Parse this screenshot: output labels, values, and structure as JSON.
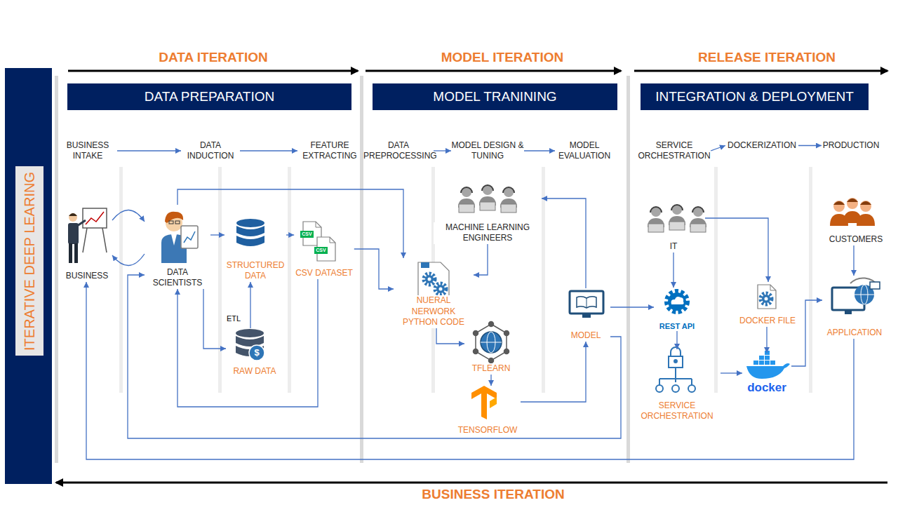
{
  "diagram": {
    "nodes": [
      {
        "text": [
          "ITERATIVE DEEP LEARING"
        ]
      },
      {
        "text": [
          "DATA PREPARATION"
        ]
      },
      {
        "text": [
          "MODEL TRANINING"
        ]
      },
      {
        "text": [
          "INTEGRATION & DEPLOYMENT"
        ]
      },
      {
        "text": [
          "BUSINESS INTAKE"
        ]
      },
      {
        "text": [
          "DATA INDUCTION"
        ]
      },
      {
        "text": [
          "FEATURE EXTRACTING"
        ]
      },
      {
        "text": [
          "DATA PREPROCESSING"
        ]
      },
      {
        "text": [
          "MODEL DESIGN & TUNING"
        ]
      },
      {
        "text": [
          "MODEL EVALUATION"
        ]
      },
      {
        "text": [
          "SERVICE ORCHESTRATION"
        ]
      },
      {
        "text": [
          "DOCKERIZATION"
        ]
      },
      {
        "text": [
          "PRODUCTION"
        ]
      },
      {
        "text": [
          "BUSINESS"
        ]
      },
      {
        "text": [
          "DATA SCIENTISTS"
        ]
      },
      {
        "text": [
          "STRUCTURED DATA"
        ]
      },
      {
        "text": [
          "CSV DATASET"
        ]
      },
      {
        "text": [
          "RAW DATA"
        ]
      },
      {
        "text": [
          "MACHINE LEARNING ENGINEERS"
        ]
      },
      {
        "text": [
          "NUERAL NERWORK PYTHON CODE"
        ]
      },
      {
        "text": [
          "TFLEARN"
        ]
      },
      {
        "text": [
          "TENSORFLOW"
        ]
      },
      {
        "text": [
          "MODEL"
        ]
      },
      {
        "text": [
          "IT"
        ]
      },
      {
        "text": [
          "CUSTOMERS"
        ]
      },
      {
        "text": [
          "REST API"
        ]
      },
      {
        "text": [
          "DOCKER FILE"
        ]
      },
      {
        "text": [
          "APPLICATION"
        ]
      },
      {
        "text": [
          "SERVICE ORCHESTRATION"
        ]
      },
      {
        "text": [
          "docker"
        ]
      }
    ],
    "edges": [
      {
        "from": 4,
        "to": 5,
        "arrow": "to"
      },
      {
        "from": 5,
        "to": 6,
        "arrow": "to"
      },
      {
        "from": 7,
        "to": 8,
        "arrow": "to"
      },
      {
        "from": 8,
        "to": 9,
        "arrow": "to"
      },
      {
        "from": 10,
        "to": 11,
        "arrow": "to"
      },
      {
        "from": 11,
        "to": 12,
        "arrow": "to"
      },
      {
        "from": 13,
        "to": 14,
        "arrow": "to"
      },
      {
        "from": 14,
        "to": 13,
        "arrow": "to"
      },
      {
        "from": 14,
        "to": 15,
        "arrow": "to"
      },
      {
        "from": 15,
        "to": 16,
        "arrow": "to"
      },
      {
        "from": 14,
        "to": 17,
        "arrow": "to"
      },
      {
        "from": 17,
        "to": 15,
        "label": "ETL",
        "arrow": "to"
      },
      {
        "from": 16,
        "to": 14,
        "arrow": "to"
      },
      {
        "from": 14,
        "to": 19,
        "arrow": "to"
      },
      {
        "from": 16,
        "to": 19,
        "arrow": "to"
      },
      {
        "from": 18,
        "to": 19,
        "arrow": "to"
      },
      {
        "from": 19,
        "to": 20,
        "arrow": "to"
      },
      {
        "from": 20,
        "to": 21,
        "arrow": "to"
      },
      {
        "from": 21,
        "to": 22,
        "arrow": "to"
      },
      {
        "from": 22,
        "to": 18,
        "arrow": "to"
      },
      {
        "from": 22,
        "to": 25,
        "arrow": "to"
      },
      {
        "from": 22,
        "to": 14,
        "arrow": "to"
      },
      {
        "from": 23,
        "to": 25,
        "arrow": "to"
      },
      {
        "from": 23,
        "to": 26,
        "arrow": "to"
      },
      {
        "from": 25,
        "to": 28,
        "arrow": "to"
      },
      {
        "from": 28,
        "to": 29,
        "arrow": "to"
      },
      {
        "from": 26,
        "to": 29,
        "arrow": "to"
      },
      {
        "from": 29,
        "to": 27,
        "arrow": "to"
      },
      {
        "from": 24,
        "to": 27,
        "arrow": "to"
      },
      {
        "from": 27,
        "to": 13,
        "arrow": "to"
      }
    ],
    "labels": [
      "DATA ITERATION",
      "MODEL ITERATION",
      "RELEASE ITERATION",
      "BUSINESS ITERATION",
      "CSV",
      "CSV",
      "$"
    ]
  }
}
